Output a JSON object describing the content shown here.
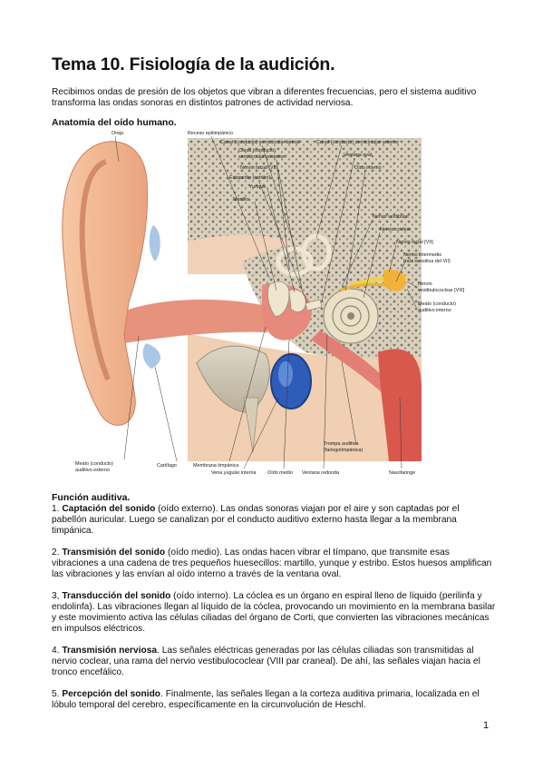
{
  "document": {
    "title": "Tema 10. Fisiología de la audición.",
    "intro": "Recibimos ondas de presión de los objetos que vibran a diferentes frecuencias, pero el sistema auditivo transforma las ondas sonoras en distintos patrones de actividad nerviosa.",
    "anatomy_heading": "Anatomía del oído humano.",
    "figure_labels": {
      "oreja": "Oreja",
      "receso": "Receso epitimpánico",
      "canal_lateral": "Canal (conducto) semicircular lateral",
      "canal_anterior": "Canal (conducto) semicircular anterior",
      "canal_posterior_1": "Canal (conducto)",
      "canal_posterior_2": "semicircular posterior",
      "ventana_oval": "Ventana oval",
      "nervio_facial": "Nervio facial (VII)",
      "oido_interno": "Oído interno",
      "estapedio": "Estapedio (estribo)",
      "yunque": "Yunque",
      "martillo": "Martillo",
      "nervio_vestibular": "Nervio vestibular",
      "nervio_coclear": "Nervio coclear",
      "nervio_facial_2": "Nervio facial [VII]",
      "nervio_intermedio_1": "Nervio intermedio",
      "nervio_intermedio_2": "(raíz sensitiva del VII)",
      "nervio_vc_1": "Nervio",
      "nervio_vc_2": "vestibulococlear [VIII]",
      "meato_interno_1": "Meato (conducto)",
      "meato_interno_2": "auditivo interno",
      "trompa_1": "Trompa auditiva",
      "trompa_2": "(faringotimpánica)",
      "meato_externo_1": "Meato (conducto)",
      "meato_externo_2": "auditivo externo",
      "cartilago": "Cartílago",
      "membrana": "Membrana timpánica",
      "vena": "Vena yugular interna",
      "oido_medio": "Oído medio",
      "ventana_redonda": "Ventana redonda",
      "nasofaringe": "Nasofaringe"
    },
    "function_heading": "Función auditiva.",
    "functions": [
      {
        "prefix": "1. ",
        "term": "Captación del sonido",
        "text": " (oído externo). Las ondas sonoras viajan por el aire y son captadas por el pabellón auricular. Luego se canalizan por el conducto auditivo externo hasta llegar a la membrana timpánica."
      },
      {
        "prefix": "2. ",
        "term": "Transmisión del sonido",
        "text": " (oído medio). Las ondas hacen vibrar el tímpano, que transmite esas vibraciones a una cadena de tres pequeños huesecillos: martillo, yunque y estribo. Estos huesos amplifican las vibraciones y las envían al oído interno a través de la ventana oval."
      },
      {
        "prefix": "3, ",
        "term": "Transducción del sonido",
        "text": " (oído interno). La cóclea es un órgano en espiral lleno de líquido (perilinfa y endolinfa). Las vibraciones llegan al líquido de la cóclea, provocando un movimiento en la membrana basilar y este movimiento activa las células ciliadas del órgano de Corti, que convierten las vibraciones mecánicas en impulsos eléctricos."
      },
      {
        "prefix": "4. ",
        "term": "Transmisión nerviosa",
        "text": ". Las señales eléctricas generadas por las células ciliadas son transmitidas al nervio coclear, una rama del nervio vestibulococlear (VIII par craneal). De ahí, las señales viajan hacia el tronco encefálico."
      },
      {
        "prefix": "5. ",
        "term": "Percepción del sonido",
        "text": ". Finalmente, las señales llegan a la corteza auditiva primaria, localizada en el lóbulo temporal del cerebro, específicamente en la circunvolución de Heschl."
      }
    ],
    "page_number": "1"
  }
}
